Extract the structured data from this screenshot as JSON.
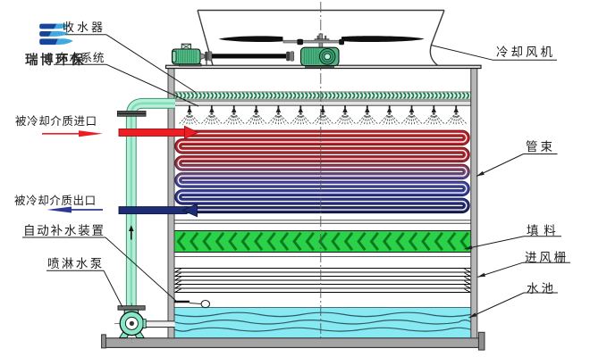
{
  "diagram": {
    "type": "closed-circuit cooling tower cutaway diagram",
    "watermark_text": "瑞博环保",
    "logo_icon": "three-wave-swoosh"
  },
  "labels": {
    "water_collector": "收水器",
    "water_distribution": "布水系统",
    "medium_inlet": "被冷却介质进口",
    "medium_outlet": "被冷却介质出口",
    "auto_water_refill": "自动补水装置",
    "spray_pump": "喷淋水泵",
    "cooling_fan": "冷却风机",
    "tube_bundle": "管束",
    "fill_packing": "填  料",
    "air_inlet_grille": "进风栅",
    "water_basin": "水池"
  },
  "colors": {
    "pipe_red": "#ee1c23",
    "pipe_navy": "#1e2c74",
    "arrow_blue": "#2c3a92",
    "coil_hot_red": "#c02026",
    "coil_cold_blue": "#1d2155",
    "machine_green": "#57c08b",
    "pump_teal": "#86e8c6",
    "riser_mint": "#b5f0d7",
    "fill_green": "#2bd148",
    "fill_chevron_green": "#087a1e",
    "water_cyan": "#90ebf3",
    "eliminator_green": "#15714a",
    "logo_navy": "#16459c",
    "logo_sky": "#3fa9e0",
    "steel_gray": "#b7b7b7",
    "ink": "#1a1a1a"
  }
}
